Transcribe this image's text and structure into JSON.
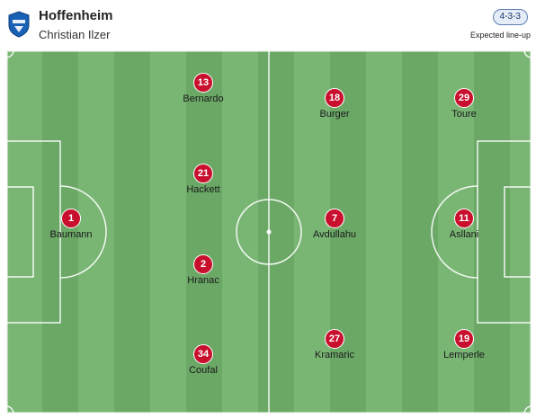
{
  "header": {
    "team_name": "Hoffenheim",
    "coach_name": "Christian Ilzer",
    "formation": "4-3-3",
    "lineup_status": "Expected line-up",
    "crest_icon": "hoffenheim-crest-icon"
  },
  "colors": {
    "pitch_light": "#79b674",
    "pitch_dark": "#6ba866",
    "player_badge": "#c8102e",
    "formation_badge_border": "#5d7fb3"
  },
  "players": [
    {
      "number": "1",
      "name": "Baumann",
      "role": "goalkeeper"
    },
    {
      "number": "13",
      "name": "Bernardo",
      "role": "defender"
    },
    {
      "number": "21",
      "name": "Hackett",
      "role": "defender"
    },
    {
      "number": "2",
      "name": "Hranac",
      "role": "defender"
    },
    {
      "number": "34",
      "name": "Coufal",
      "role": "defender"
    },
    {
      "number": "18",
      "name": "Burger",
      "role": "midfielder"
    },
    {
      "number": "7",
      "name": "Avdullahu",
      "role": "midfielder"
    },
    {
      "number": "27",
      "name": "Kramaric",
      "role": "midfielder"
    },
    {
      "number": "29",
      "name": "Toure",
      "role": "forward"
    },
    {
      "number": "11",
      "name": "Asllani",
      "role": "forward"
    },
    {
      "number": "19",
      "name": "Lemperle",
      "role": "forward"
    }
  ]
}
